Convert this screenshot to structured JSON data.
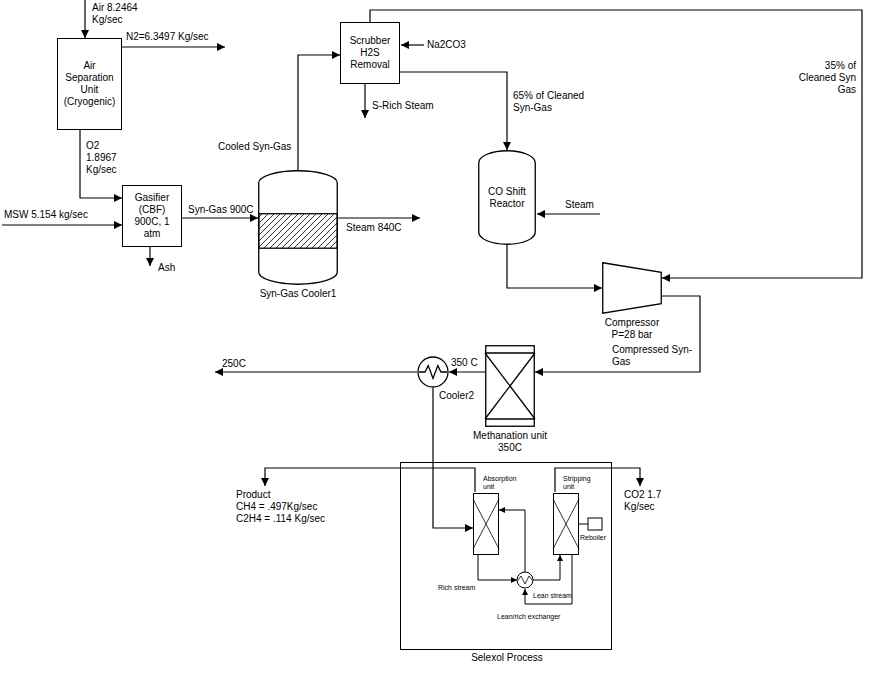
{
  "diagram": {
    "nodes": [
      {
        "text": [
          "Air Separation Unit (Cryogenic)"
        ]
      },
      {
        "text": [
          "Scrubber H2S Removal"
        ]
      },
      {
        "text": [
          "Gasifier (CBF) 900C, 1 atm"
        ]
      },
      {
        "text": [
          "Syn-Gas Cooler1"
        ]
      },
      {
        "text": [
          "CO Shift Reactor"
        ]
      },
      {
        "text": [
          "Compressor P=28 bar"
        ]
      },
      {
        "text": [
          "Cooler2"
        ]
      },
      {
        "text": [
          "Methanation unit 350C"
        ]
      },
      {
        "text": [
          "Selexol Process"
        ]
      },
      {
        "text": [
          "Absorption unit"
        ],
        "in": 8
      },
      {
        "text": [
          "Stripping unit"
        ],
        "in": 8
      }
    ],
    "edges": [
      {
        "from": 0,
        "to": 2,
        "arrow": "to",
        "label": "O2 1.8967 Kg/sec"
      },
      {
        "from": 2,
        "to": 3,
        "arrow": "to",
        "label": "Syn-Gas 900C"
      },
      {
        "from": 3,
        "to": 1,
        "arrow": "to",
        "label": "Cooled Syn-Gas"
      },
      {
        "from": 1,
        "to": 4,
        "arrow": "to",
        "label": "65% of Cleaned Syn-Gas"
      },
      {
        "from": 1,
        "to": 5,
        "arrow": "to",
        "label": "35% of Cleaned Syn Gas"
      },
      {
        "from": 4,
        "to": 5,
        "arrow": "to"
      },
      {
        "from": 5,
        "to": 7,
        "arrow": "to",
        "label": "Compressed Syn-Gas"
      },
      {
        "from": 7,
        "to": 6,
        "arrow": "to",
        "label": "350 C"
      },
      {
        "from": 6,
        "to": 9,
        "arrow": "to"
      }
    ],
    "labels": [
      "Air 8.2464 Kg/sec",
      "N2=6.3497 Kg/sec",
      "MSW 5.154 kg/sec",
      "Ash",
      "Steam 840C",
      "Na2CO3",
      "S-Rich Steam",
      "Steam",
      "250C",
      "Product",
      "CH4 = .497Kg/sec",
      "C2H4 = .114 Kg/sec",
      "CO2 1.7 Kg/sec",
      "Rich stream",
      "Lean/rich exchanger",
      "Reboiler",
      "Lean stream"
    ]
  }
}
